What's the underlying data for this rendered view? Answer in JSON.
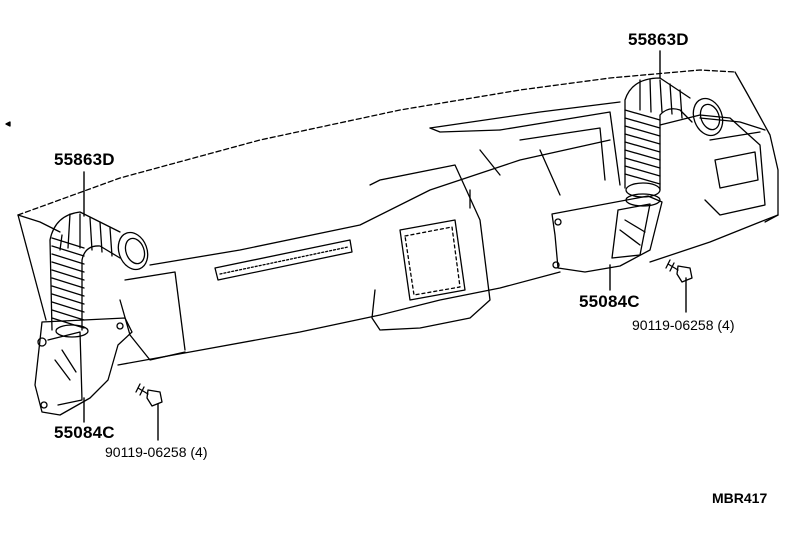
{
  "diagram": {
    "callouts": [
      {
        "id": "duct-left",
        "part_no": "55863D"
      },
      {
        "id": "duct-right",
        "part_no": "55863D"
      },
      {
        "id": "bracket-left",
        "part_no": "55084C"
      },
      {
        "id": "bracket-right",
        "part_no": "55084C"
      },
      {
        "id": "bolt-left",
        "part_no": "90119-06258 (4)"
      },
      {
        "id": "bolt-right",
        "part_no": "90119-06258 (4)"
      }
    ],
    "figure_code": "MBR417",
    "line_color": "#000000",
    "background": "#ffffff"
  }
}
